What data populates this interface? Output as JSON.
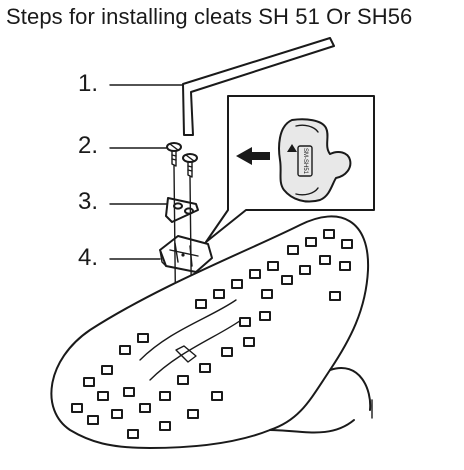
{
  "title": "Steps for installing cleats SH 51 Or SH56",
  "steps": [
    {
      "label": "1."
    },
    {
      "label": "2."
    },
    {
      "label": "3."
    },
    {
      "label": "4."
    }
  ],
  "inset": {
    "cleat_marking": "SM-SH51"
  }
}
